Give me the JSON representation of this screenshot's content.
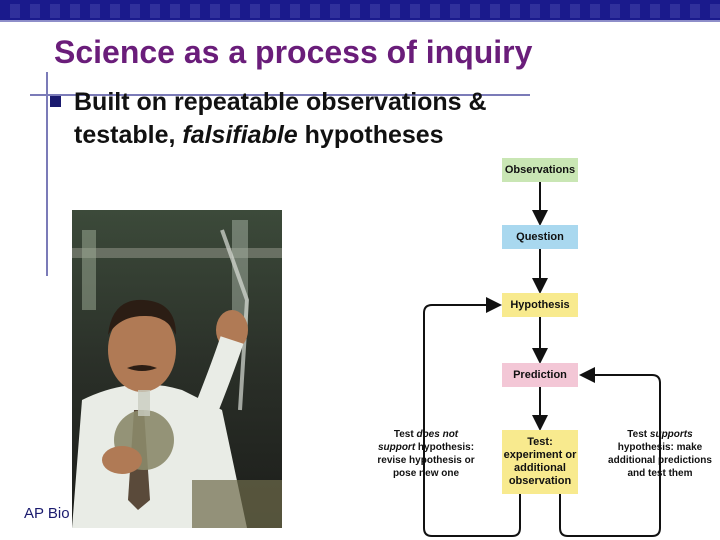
{
  "slide": {
    "title": "Science as a process of inquiry",
    "bullet": {
      "part1": "Built on repeatable observations &",
      "part2": "testable, ",
      "emph": "falsifiable",
      "part3": " hypotheses"
    },
    "footer": "AP Bio"
  },
  "flowchart": {
    "observations": "Observations",
    "question": "Question",
    "hypothesis": "Hypothesis",
    "prediction": "Prediction",
    "test": {
      "line1": "Test:",
      "line2": "experiment or",
      "line3": "additional",
      "line4": "observation"
    },
    "left_note": {
      "pre": "Test ",
      "emph": "does not",
      "l2_emph": "support",
      "l2_rest": " hypothesis:",
      "l3": "revise hypothesis or",
      "l4": "pose new one"
    },
    "right_note": {
      "pre": "Test ",
      "emph": "supports",
      "l2": "hypothesis: make",
      "l3": "additional predictions",
      "l4": "and test them"
    }
  },
  "colors": {
    "title": "#6a1d7a",
    "header_bar": "#1a1a8c",
    "observations_box": "#c9e6b4",
    "question_box": "#a9d8ef",
    "hypothesis_box": "#f8ea8e",
    "prediction_box": "#f3c7d6",
    "test_box": "#f8ea8e"
  }
}
